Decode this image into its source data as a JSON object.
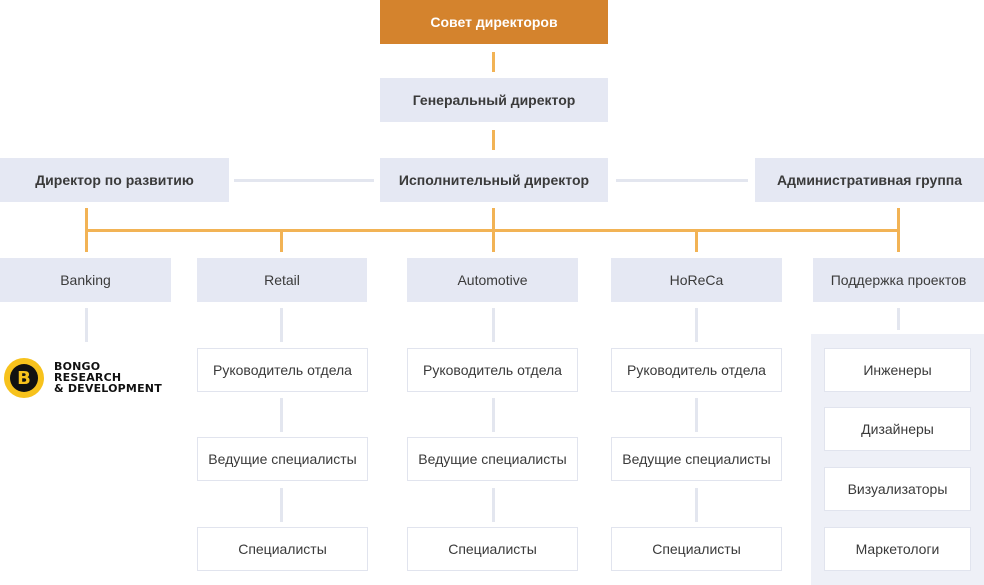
{
  "top": {
    "board": "Совет директоров"
  },
  "executives": {
    "general": "Генеральный директор",
    "development": "Директор по развитию",
    "executive": "Исполнительный директор",
    "admin": "Административная группа"
  },
  "departments": [
    {
      "label": "Banking"
    },
    {
      "label": "Retail",
      "roles": [
        "Руководитель отдела",
        "Ведущие специалисты",
        "Специалисты"
      ]
    },
    {
      "label": "Automotive",
      "roles": [
        "Руководитель отдела",
        "Ведущие специалисты",
        "Специалисты"
      ]
    },
    {
      "label": "HoReCa",
      "roles": [
        "Руководитель отдела",
        "Ведущие специалисты",
        "Специалисты"
      ]
    },
    {
      "label": "Поддержка проектов",
      "roles": [
        "Инженеры",
        "Дизайнеры",
        "Визуализаторы",
        "Маркетологи"
      ]
    }
  ],
  "logo": {
    "mark": "B",
    "line1": "BONGO",
    "line2": "RESEARCH",
    "line3": "& DEVELOPMENT"
  },
  "colors": {
    "accent": "#d4832d",
    "connector": "#f2b355",
    "box": "#e5e8f3"
  }
}
